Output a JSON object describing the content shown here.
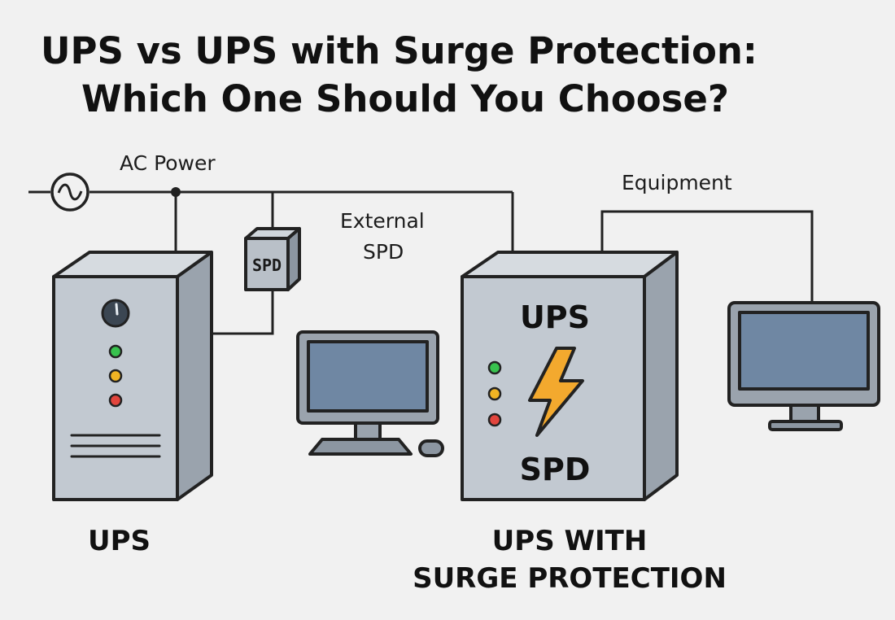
{
  "title": {
    "line1": "UPS vs UPS with Surge Protection:",
    "line2": "Which One Should You Choose?"
  },
  "labels": {
    "ac_power": "AC Power",
    "external_spd_line1": "External",
    "external_spd_line2": "SPD",
    "equipment": "Equipment",
    "spd_module": "SPD",
    "ups_box_top": "UPS",
    "ups_box_bottom": "SPD",
    "ups_caption": "UPS",
    "ups_surge_caption_line1": "UPS WITH",
    "ups_surge_caption_line2": "SURGE PROTECTION"
  },
  "colors": {
    "background": "#f1f1f1",
    "ups_front": "#c2c9d1",
    "ups_side": "#9aa3ad",
    "ups_top": "#d6dbe0",
    "screen": "#6f87a3",
    "led_green": "#38c24e",
    "led_yellow": "#f0b323",
    "led_red": "#e2453d",
    "bolt": "#f3a92e"
  },
  "icons": [
    "ac-source-icon",
    "lightning-bolt-icon",
    "gauge-icon",
    "mouse-icon",
    "monitor-icon"
  ]
}
